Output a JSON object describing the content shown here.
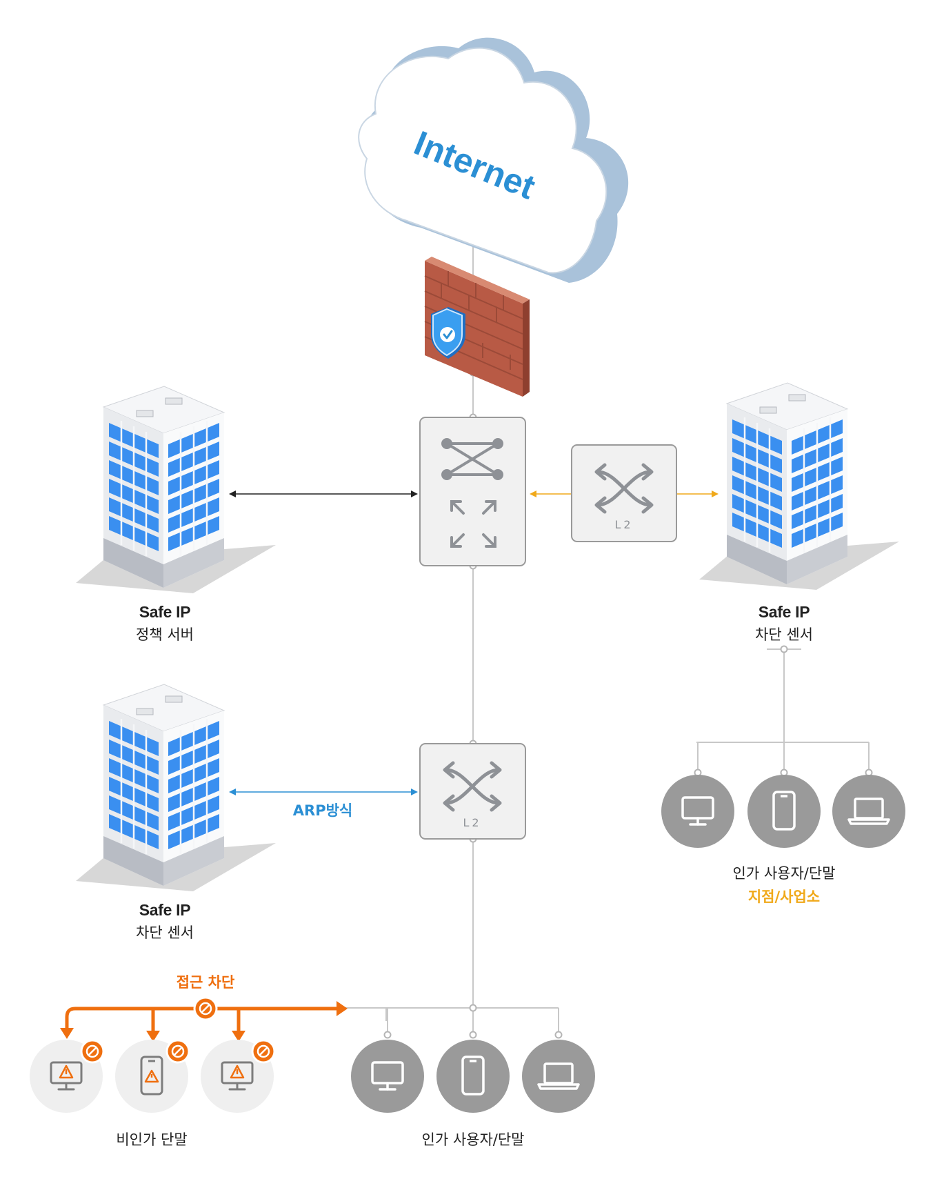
{
  "internet": {
    "label": "Internet"
  },
  "core_switch": {},
  "l2_branch": {
    "label": "L2"
  },
  "l2_main": {
    "label": "L2"
  },
  "policy_server": {
    "title": "Safe IP",
    "subtitle": "정책 서버"
  },
  "branch_sensor": {
    "title": "Safe IP",
    "subtitle": "차단 센서"
  },
  "main_sensor": {
    "title": "Safe IP",
    "subtitle": "차단 센서"
  },
  "arp_label": "ARP방식",
  "access_block_label": "접근 차단",
  "branch_users": {
    "label": "인가 사용자/단말",
    "sublabel": "지점/사업소",
    "devices": [
      "monitor-icon",
      "phone-icon",
      "laptop-icon"
    ]
  },
  "unauthorized": {
    "label": "비인가 단말",
    "devices": [
      "monitor-warning-icon",
      "phone-warning-icon",
      "monitor-warning-icon"
    ]
  },
  "authorized": {
    "label": "인가 사용자/단말",
    "devices": [
      "monitor-icon",
      "phone-icon",
      "laptop-icon"
    ]
  },
  "colors": {
    "blue": "#2b8fd4",
    "orange": "#ef6f0f",
    "yellow": "#f0a91a",
    "gray_device": "#9a9a9a",
    "light_device": "#efefef"
  }
}
